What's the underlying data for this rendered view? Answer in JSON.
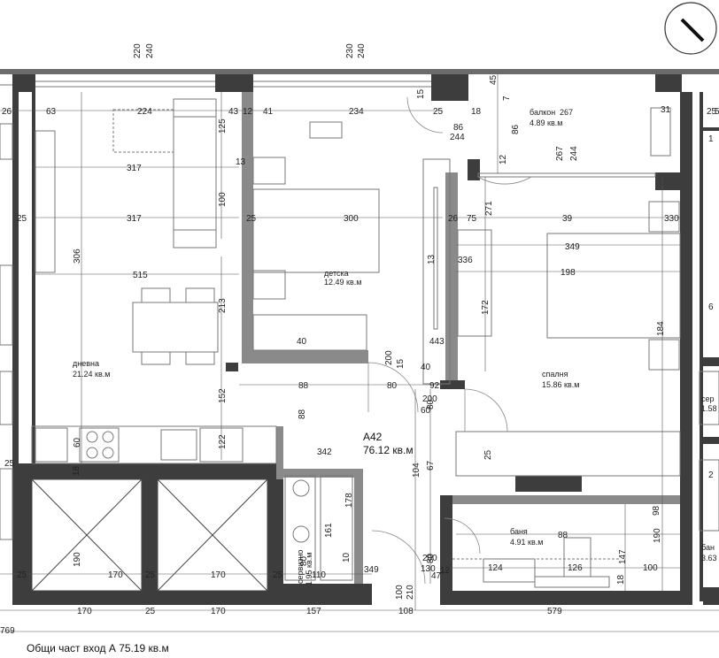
{
  "plan": {
    "apartment_id": "A42",
    "apartment_area": "76.12 кв.м",
    "footer_label": "Общи част вход А 75.19 кв.м",
    "left_edge_fragment": "769",
    "north_arrow_icon": "compass-north-arrow-icon",
    "colors": {
      "wall_dark": "#3d3d3d",
      "wall_grey": "#8a8a8a",
      "line": "#555555"
    }
  },
  "rooms": [
    {
      "id": "living",
      "name": "дневна",
      "area": "21.24 кв.м"
    },
    {
      "id": "kids",
      "name": "детска",
      "area": "12.49 кв.м"
    },
    {
      "id": "bedroom",
      "name": "спалня",
      "area": "15.86 кв.м"
    },
    {
      "id": "balcony",
      "name": "балкон",
      "area": "4.89 кв.м",
      "dim": "267"
    },
    {
      "id": "bath",
      "name": "баня",
      "area": "4.91 кв.м"
    },
    {
      "id": "storage",
      "name": "сервизно",
      "area": "1.95 кв.м"
    },
    {
      "id": "right_service",
      "name": "сер",
      "area": "1.58"
    },
    {
      "id": "right_bath",
      "name": "бан",
      "area": "3.63"
    }
  ],
  "dimensions": [
    "220",
    "240",
    "230",
    "240",
    "26",
    "63",
    "224",
    "43",
    "12",
    "41",
    "234",
    "15",
    "25",
    "18",
    "45",
    "7",
    "86",
    "86",
    "244",
    "12",
    "267",
    "244",
    "31",
    "317",
    "13",
    "125",
    "317",
    "100",
    "25",
    "300",
    "25",
    "26",
    "75",
    "271",
    "39",
    "330",
    "515",
    "306",
    "13",
    "336",
    "349",
    "198",
    "213",
    "172",
    "40",
    "443",
    "184",
    "88",
    "80",
    "200",
    "15",
    "40",
    "92",
    "152",
    "88",
    "80",
    "200",
    "60",
    "60",
    "122",
    "342",
    "104",
    "67",
    "25",
    "18",
    "25",
    "98",
    "178",
    "161",
    "80",
    "10",
    "349",
    "88",
    "80",
    "200",
    "130",
    "147",
    "190",
    "190",
    "25",
    "170",
    "25",
    "170",
    "25",
    "110",
    "124",
    "126",
    "100",
    "47",
    "12",
    "18",
    "170",
    "25",
    "170",
    "157",
    "108",
    "579",
    "100",
    "210",
    "25",
    "52",
    "1",
    "6",
    "2",
    "1"
  ]
}
